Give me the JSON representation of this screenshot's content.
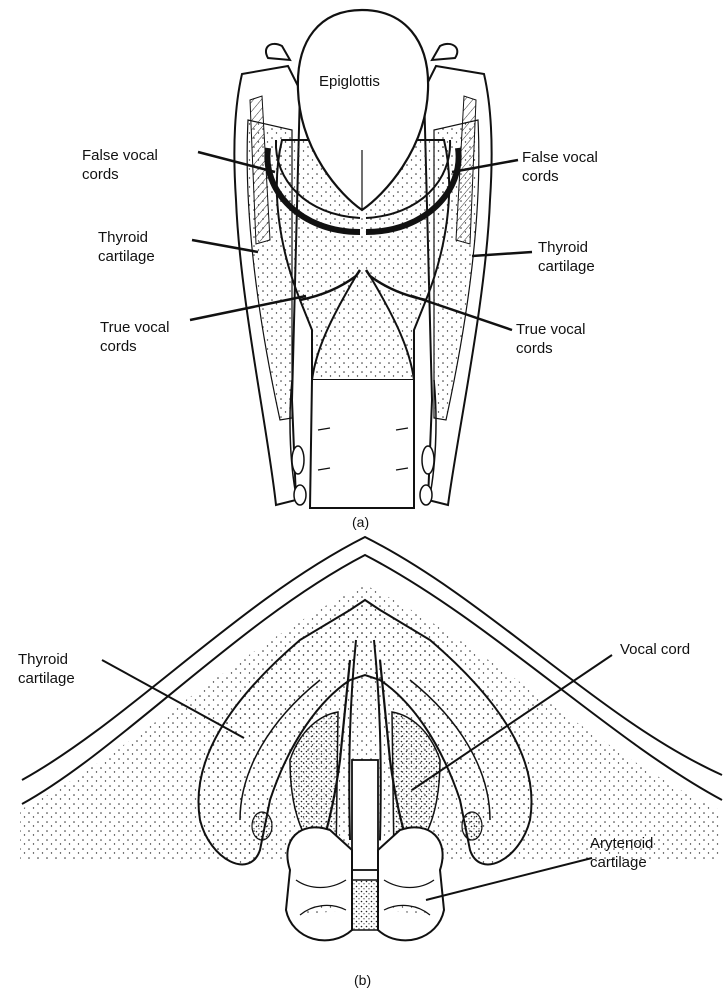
{
  "panel_a": {
    "caption": "(a)",
    "labels": {
      "epiglottis": "Epiglottis",
      "false_vocal_left": "False vocal\ncords",
      "false_vocal_right": "False vocal\ncords",
      "thyroid_left": "Thyroid\ncartilage",
      "thyroid_right": "Thyroid\ncartilage",
      "true_vocal_left": "True vocal\ncords",
      "true_vocal_right": "True vocal\ncords"
    }
  },
  "panel_b": {
    "caption": "(b)",
    "labels": {
      "thyroid": "Thyroid\ncartilage",
      "vocal_cord": "Vocal cord",
      "arytenoid": "Arytenoid\ncartilage"
    }
  }
}
